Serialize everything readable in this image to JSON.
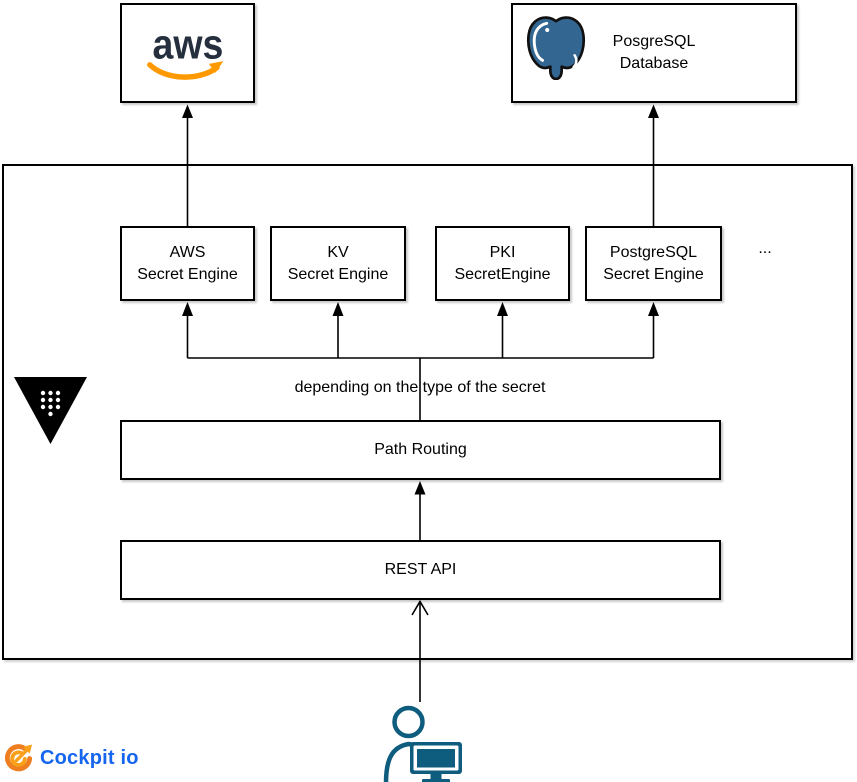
{
  "nodes": {
    "aws": {
      "logo_text": "aws"
    },
    "postgresql_database": {
      "line1": "PosgreSQL",
      "line2": "Database"
    },
    "engines": [
      {
        "line1": "AWS",
        "line2": "Secret Engine"
      },
      {
        "line1": "KV",
        "line2": "Secret Engine"
      },
      {
        "line1": "PKI",
        "line2": "SecretEngine"
      },
      {
        "line1": "PostgreSQL",
        "line2": "Secret Engine"
      }
    ],
    "more_engines": "...",
    "path_routing": {
      "label": "Path Routing"
    },
    "rest_api": {
      "label": "REST API"
    }
  },
  "annotations": {
    "branch_label": "depending on the type of the secret"
  },
  "footer": {
    "brand_label": "Cockpit io"
  },
  "icons": {
    "vault_logo": "vault-triangle-logo",
    "aws_logo": "aws-smile-logo",
    "postgresql_logo": "postgresql-elephant-logo",
    "user_workstation": "person-at-computer",
    "cockpit_logo": "cockpit-io-swirl-arrow"
  },
  "colors": {
    "line": "#000000",
    "aws_text": "#252F3E",
    "aws_smile": "#FF9900",
    "postgres_blue": "#336791",
    "vault_black": "#000000",
    "user_icon": "#0E5D7E",
    "cockpit_blue": "#1565EF",
    "cockpit_orange": "#F6921E"
  }
}
